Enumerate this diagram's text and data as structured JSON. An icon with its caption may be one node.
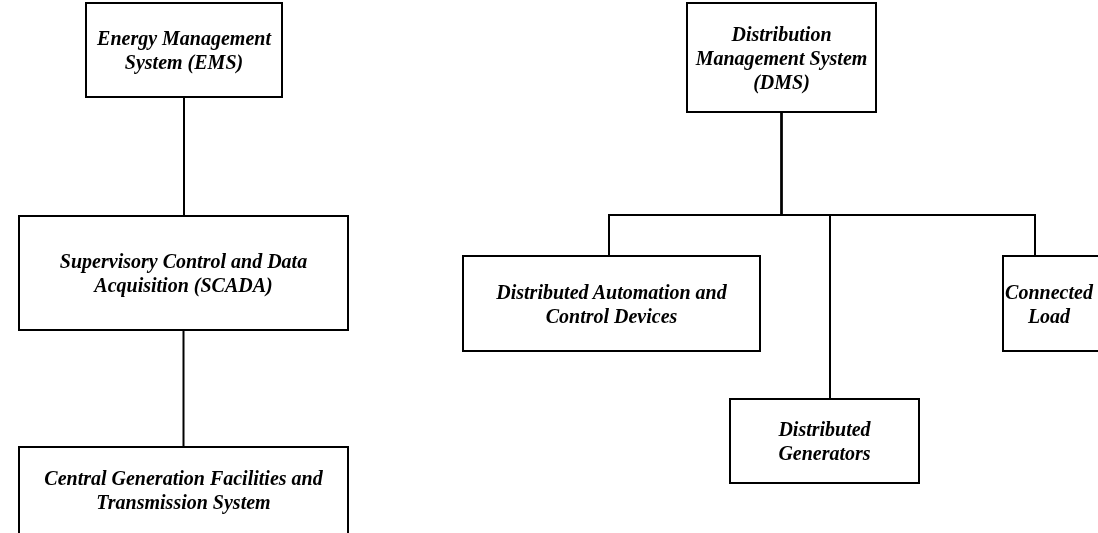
{
  "diagram": {
    "nodes": [
      {
        "text": [
          "Energy Management System (EMS)"
        ]
      },
      {
        "text": [
          "Supervisory Control and Data Acquisition (SCADA)"
        ]
      },
      {
        "text": [
          "Central Generation Facilities and Transmission System"
        ]
      },
      {
        "text": [
          "Distribution Management System (DMS)"
        ]
      },
      {
        "text": [
          "Distributed Automation and Control Devices"
        ]
      },
      {
        "text": [
          "Distributed Generators"
        ]
      },
      {
        "text": [
          "Connected Load"
        ]
      }
    ],
    "edges": [
      {
        "from": 0,
        "to": 1,
        "arrow": "none"
      },
      {
        "from": 1,
        "to": 2,
        "arrow": "none"
      },
      {
        "from": 3,
        "to": 4,
        "arrow": "none"
      },
      {
        "from": 3,
        "to": 5,
        "arrow": "none"
      },
      {
        "from": 3,
        "to": 6,
        "arrow": "none"
      }
    ]
  }
}
